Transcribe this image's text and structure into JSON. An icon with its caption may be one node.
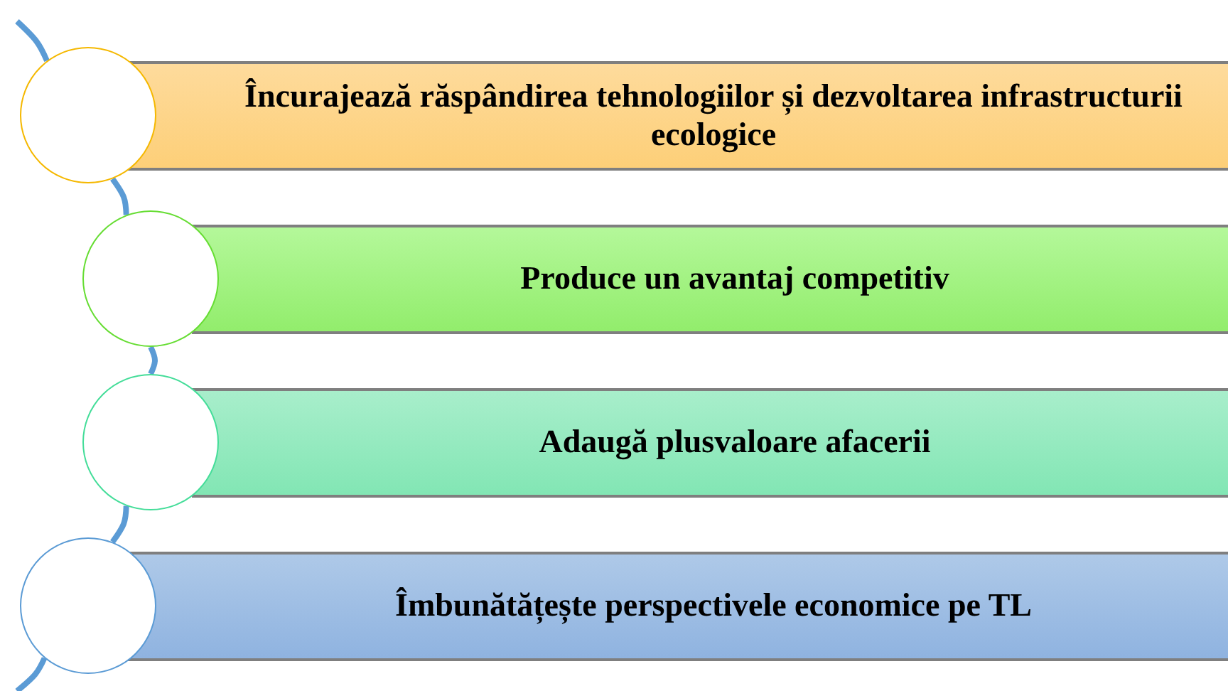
{
  "diagram": {
    "nodes": [
      {
        "text": [
          "Încurajează răspândirea tehnologiilor și dezvoltarea infrastructurii ecologice"
        ]
      },
      {
        "text": [
          "Produce un avantaj competitiv"
        ]
      },
      {
        "text": [
          "Adaugă plusvaloare afacerii"
        ]
      },
      {
        "text": [
          "Îmbunătățește perspectivele economice pe TL"
        ]
      },
      {
        "text": [],
        "shape": "circle"
      },
      {
        "text": [],
        "shape": "circle"
      },
      {
        "text": [],
        "shape": "circle"
      },
      {
        "text": [],
        "shape": "circle"
      }
    ],
    "edges": [
      {
        "from": null,
        "to": 4,
        "arrow": "none"
      },
      {
        "from": 4,
        "to": 5,
        "arrow": "none"
      },
      {
        "from": 5,
        "to": 6,
        "arrow": "none"
      },
      {
        "from": 6,
        "to": 7,
        "arrow": "none"
      },
      {
        "from": 7,
        "to": null,
        "arrow": "none"
      }
    ]
  }
}
